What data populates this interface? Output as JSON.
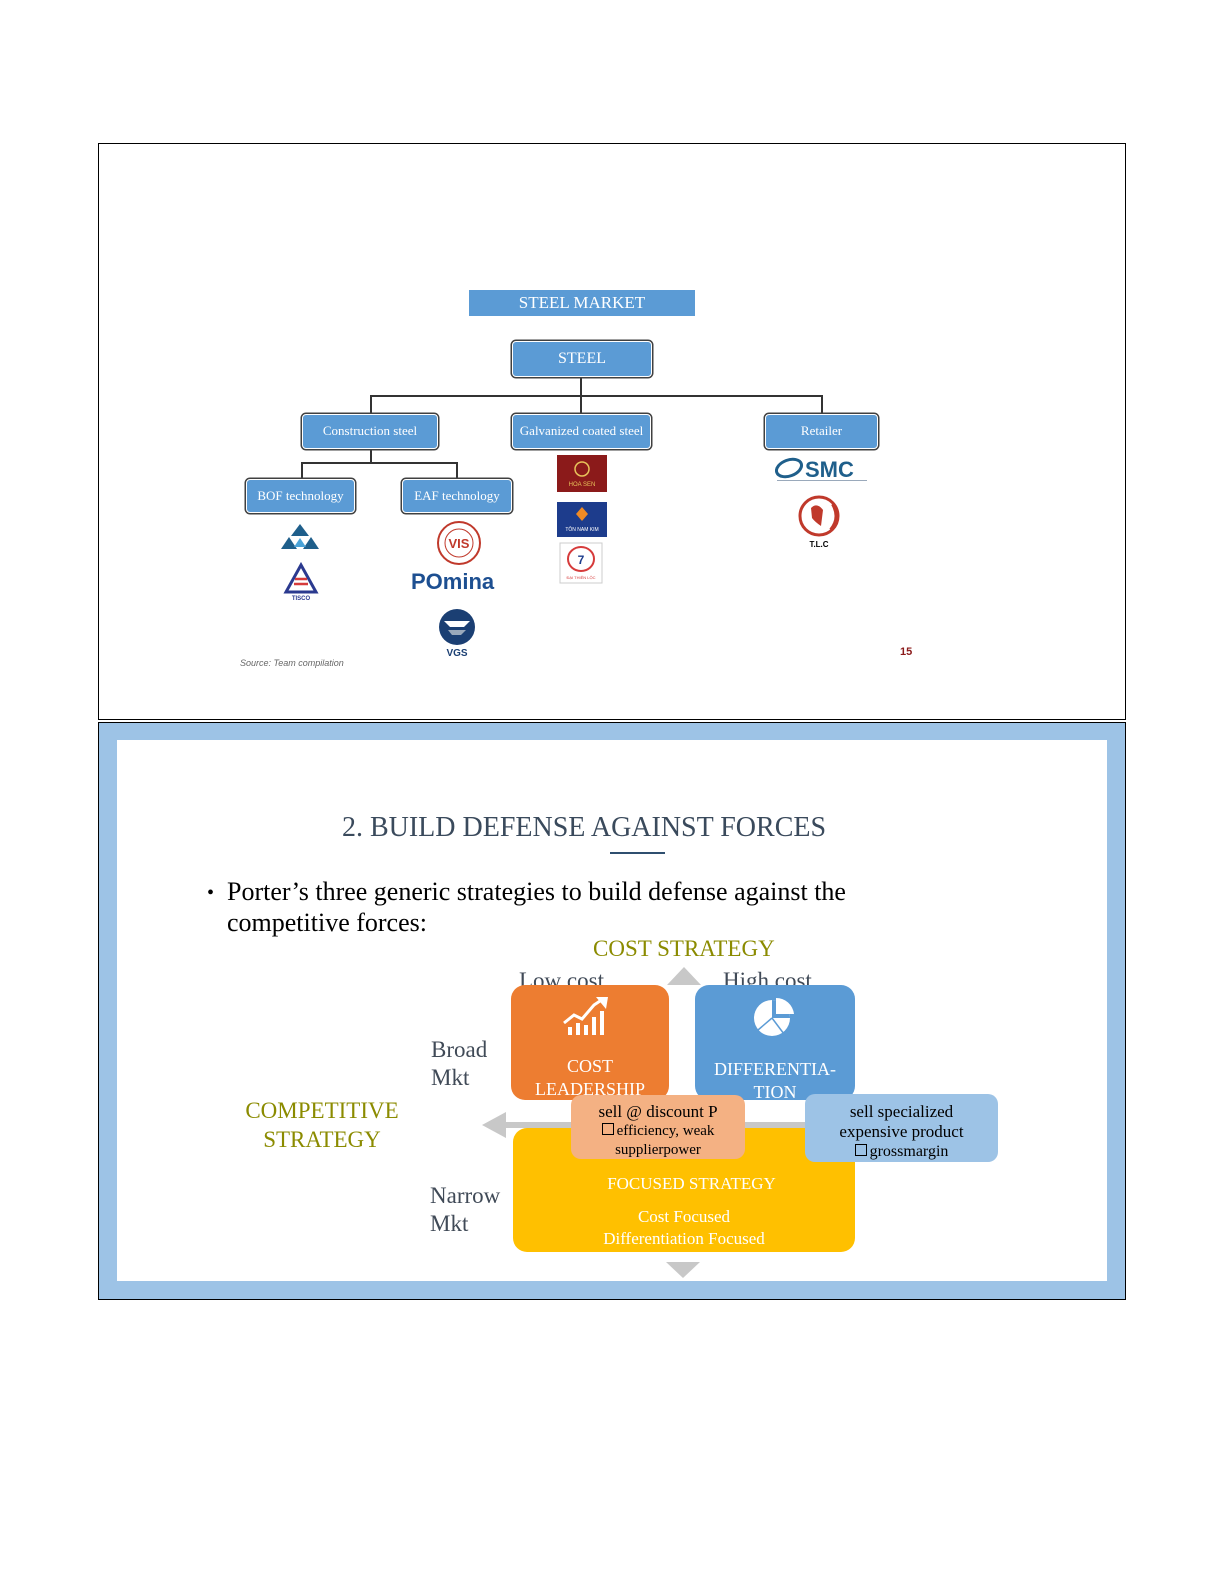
{
  "slide1": {
    "title": "STEEL MARKET STRUCTURE",
    "root": "STEEL",
    "construction": "Construction steel",
    "galvanized": "Galvanized coated steel",
    "retailer": "Retailer",
    "bof": "BOF technology",
    "eaf": "EAF technology",
    "logos": {
      "tisco_label": "TISCO",
      "vis_label": "VIS",
      "pomina": "POmina",
      "vgs_label": "VGS",
      "hoasen_label": "HOA SEN",
      "namkim_label": "TÔN NAM KIM",
      "dtl_label": "ĐẠI THIÊN LỘC",
      "smc": "SMC",
      "tlc_label": "T.L.C"
    },
    "source": "Source: Team compilation",
    "page_number": "15"
  },
  "slide2": {
    "title": "2. BUILD DEFENSE AGAINST FORCES",
    "bullet": "Porter’s three generic strategies to build defense against the competitive forces:",
    "cost_strategy": "COST STRATEGY",
    "low_cost": "Low cost",
    "high_cost": "High cost",
    "broad_mkt": [
      "Broad",
      "Mkt"
    ],
    "narrow_mkt": [
      "Narrow",
      "Mkt"
    ],
    "competitive_strategy": [
      "COMPETITIVE",
      "STRATEGY"
    ],
    "cost_leadership": [
      "COST",
      "LEADERSHIP"
    ],
    "differentiation": [
      "DIFFERENTIA-",
      "TION"
    ],
    "focused": {
      "title": "FOCUSED STRATEGY",
      "line1": "Cost Focused",
      "line2": "Differentiation Focused"
    },
    "callout_left": {
      "line1": "sell @ discount P",
      "line2": "efficiency, weak",
      "line3": "supplierpower"
    },
    "callout_right": {
      "line1": "sell specialized",
      "line2": "expensive product",
      "line3": "grossmargin"
    },
    "colors": {
      "orange": "#ed7d31",
      "blue": "#5b9bd5",
      "yellow": "#ffc000",
      "olive": "#8b8b00",
      "light_orange": "#f4b183",
      "light_blue": "#9dc3e6"
    }
  }
}
